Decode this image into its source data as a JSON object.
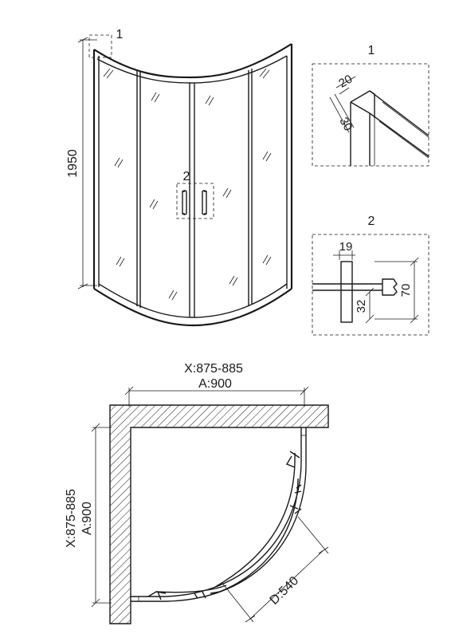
{
  "front_view": {
    "height_label": "1950",
    "callout_1": "1",
    "callout_2": "2"
  },
  "detail_1": {
    "title": "1",
    "dim_a": "20",
    "dim_b": "30"
  },
  "detail_2": {
    "title": "2",
    "dim_width": "19",
    "dim_height": "70",
    "dim_offset": "32"
  },
  "plan_view": {
    "x_top": "X:875-885",
    "a_top": "A:900",
    "x_left": "X:875-885",
    "a_left": "A:900",
    "door_opening": "D:540"
  },
  "colors": {
    "line": "#1a1a1a",
    "background": "#ffffff"
  }
}
